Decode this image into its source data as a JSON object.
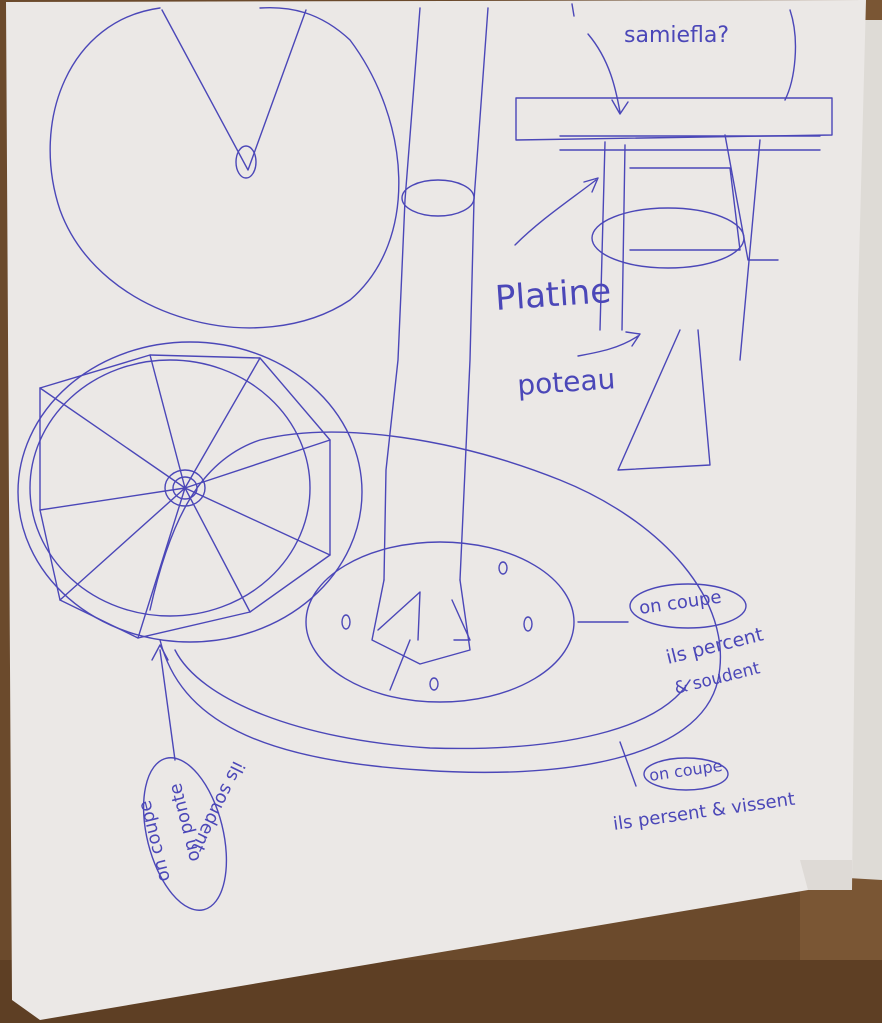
{
  "photo": {
    "background_color": "#6b4a2c",
    "paper_color": "#ebe8e6",
    "ink_color": "#4b47b8"
  },
  "labels": {
    "top_note": "samiefla?",
    "platine": "Platine",
    "poteau": "poteau",
    "right_bubble": "on coupe",
    "right_line1": "ils percent",
    "right_line2": "& soudent",
    "bottom_bubble": "on coupe",
    "bottom_line": "ils persent & vissent",
    "left_bubble_line1": "on coupe",
    "left_bubble_line2": "on ponte",
    "left_line": "ils soudent"
  }
}
